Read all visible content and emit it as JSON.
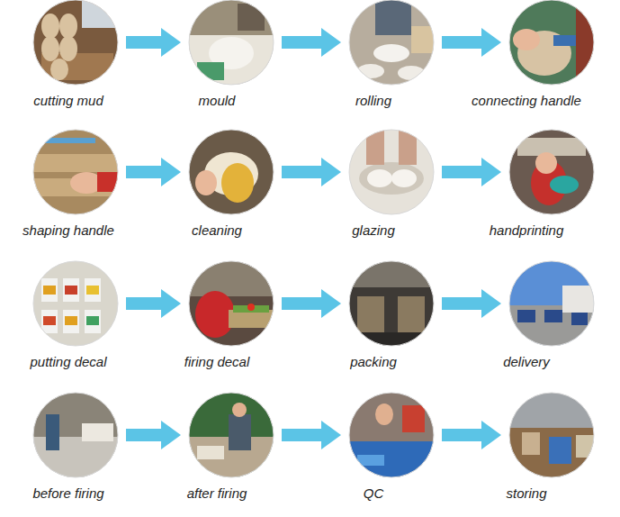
{
  "diagram": {
    "nodes": [
      {
        "text": [
          "cutting mud"
        ]
      },
      {
        "text": [
          "mould"
        ]
      },
      {
        "text": [
          "rolling"
        ]
      },
      {
        "text": [
          "connecting handle"
        ]
      },
      {
        "text": [
          "shaping handle"
        ]
      },
      {
        "text": [
          "cleaning"
        ]
      },
      {
        "text": [
          "glazing"
        ]
      },
      {
        "text": [
          "handprinting"
        ]
      },
      {
        "text": [
          "putting decal"
        ]
      },
      {
        "text": [
          "firing decal"
        ]
      },
      {
        "text": [
          "packing"
        ]
      },
      {
        "text": [
          "delivery"
        ]
      },
      {
        "text": [
          "before firing"
        ]
      },
      {
        "text": [
          "after firing"
        ]
      },
      {
        "text": [
          "QC"
        ]
      },
      {
        "text": [
          "storing"
        ]
      }
    ],
    "edges": [
      {
        "from": 0,
        "to": 1,
        "arrow": "to"
      },
      {
        "from": 1,
        "to": 2,
        "arrow": "to"
      },
      {
        "from": 2,
        "to": 3,
        "arrow": "to"
      },
      {
        "from": 4,
        "to": 5,
        "arrow": "to"
      },
      {
        "from": 5,
        "to": 6,
        "arrow": "to"
      },
      {
        "from": 6,
        "to": 7,
        "arrow": "to"
      },
      {
        "from": 8,
        "to": 9,
        "arrow": "to"
      },
      {
        "from": 9,
        "to": 10,
        "arrow": "to"
      },
      {
        "from": 10,
        "to": 11,
        "arrow": "to"
      },
      {
        "from": 12,
        "to": 13,
        "arrow": "to"
      },
      {
        "from": 13,
        "to": 14,
        "arrow": "to"
      },
      {
        "from": 14,
        "to": 15,
        "arrow": "to"
      }
    ]
  }
}
